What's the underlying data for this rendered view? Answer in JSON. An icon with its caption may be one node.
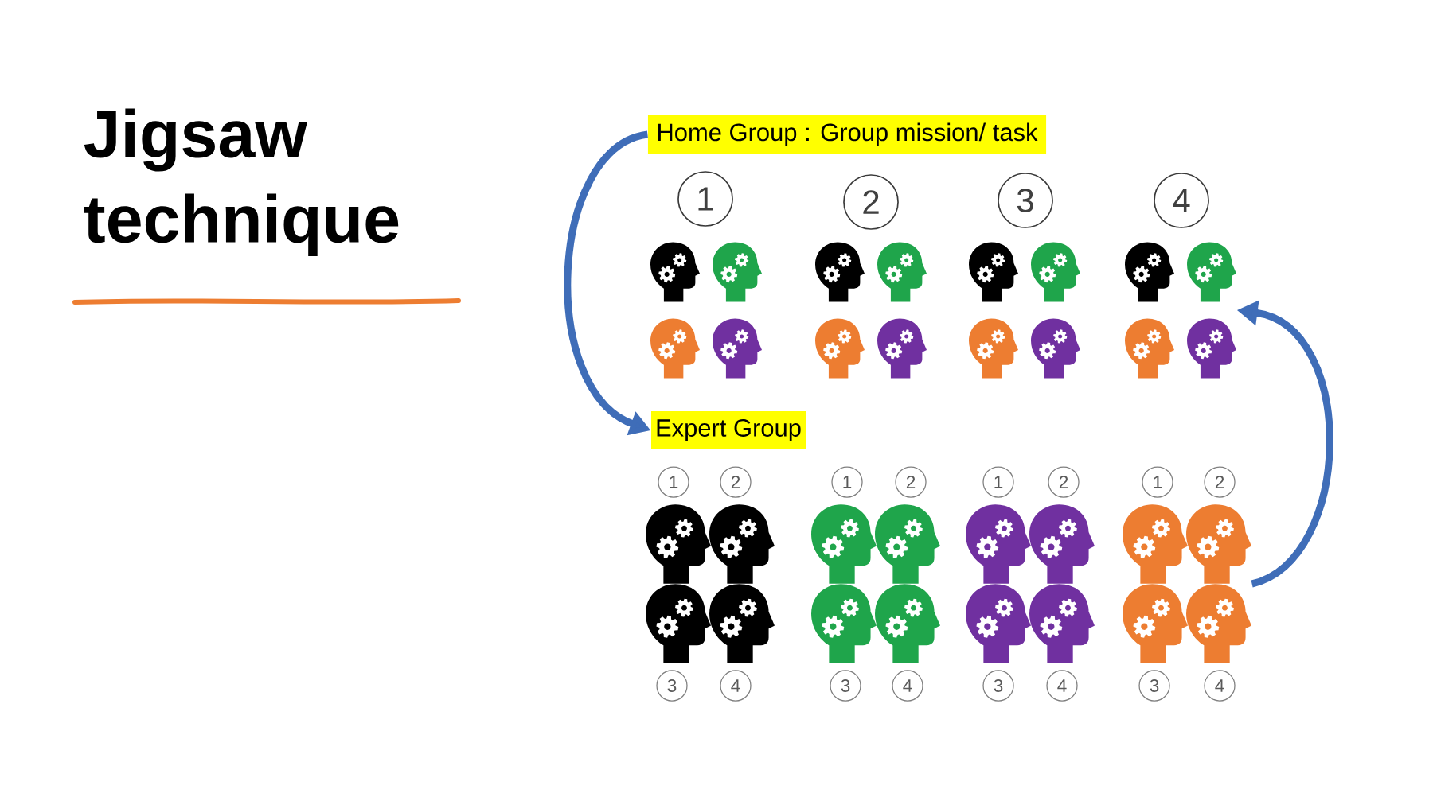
{
  "diagram": {
    "title": "Jigsaw technique",
    "nodes": [
      {
        "text": [
          "Home Group : Group mission/ task"
        ]
      },
      {
        "text": [
          "1"
        ]
      },
      {
        "text": [
          "2"
        ]
      },
      {
        "text": [
          "3"
        ]
      },
      {
        "text": [
          "4"
        ]
      },
      {
        "text": [],
        "shape": "picture"
      },
      {
        "text": [],
        "shape": "picture"
      },
      {
        "text": [],
        "shape": "picture"
      },
      {
        "text": [],
        "shape": "picture"
      },
      {
        "text": [
          "Expert Group"
        ]
      },
      {
        "text": [
          "1"
        ]
      },
      {
        "text": [
          "2"
        ]
      },
      {
        "text": [
          "1"
        ]
      },
      {
        "text": [
          "2"
        ]
      },
      {
        "text": [
          "1"
        ]
      },
      {
        "text": [
          "2"
        ]
      },
      {
        "text": [
          "1"
        ]
      },
      {
        "text": [
          "2"
        ]
      },
      {
        "text": [],
        "shape": "picture"
      },
      {
        "text": [],
        "shape": "picture"
      },
      {
        "text": [],
        "shape": "picture"
      },
      {
        "text": [],
        "shape": "picture"
      },
      {
        "text": [
          "3"
        ]
      },
      {
        "text": [
          "4"
        ]
      },
      {
        "text": [
          "3"
        ]
      },
      {
        "text": [
          "4"
        ]
      },
      {
        "text": [
          "3"
        ]
      },
      {
        "text": [
          "4"
        ]
      },
      {
        "text": [
          "3"
        ]
      },
      {
        "text": [
          "4"
        ]
      }
    ],
    "edges": [
      {
        "from": 0,
        "to": 9,
        "arrow": "to"
      },
      {
        "from": 21,
        "to": 8,
        "arrow": "to"
      }
    ]
  }
}
